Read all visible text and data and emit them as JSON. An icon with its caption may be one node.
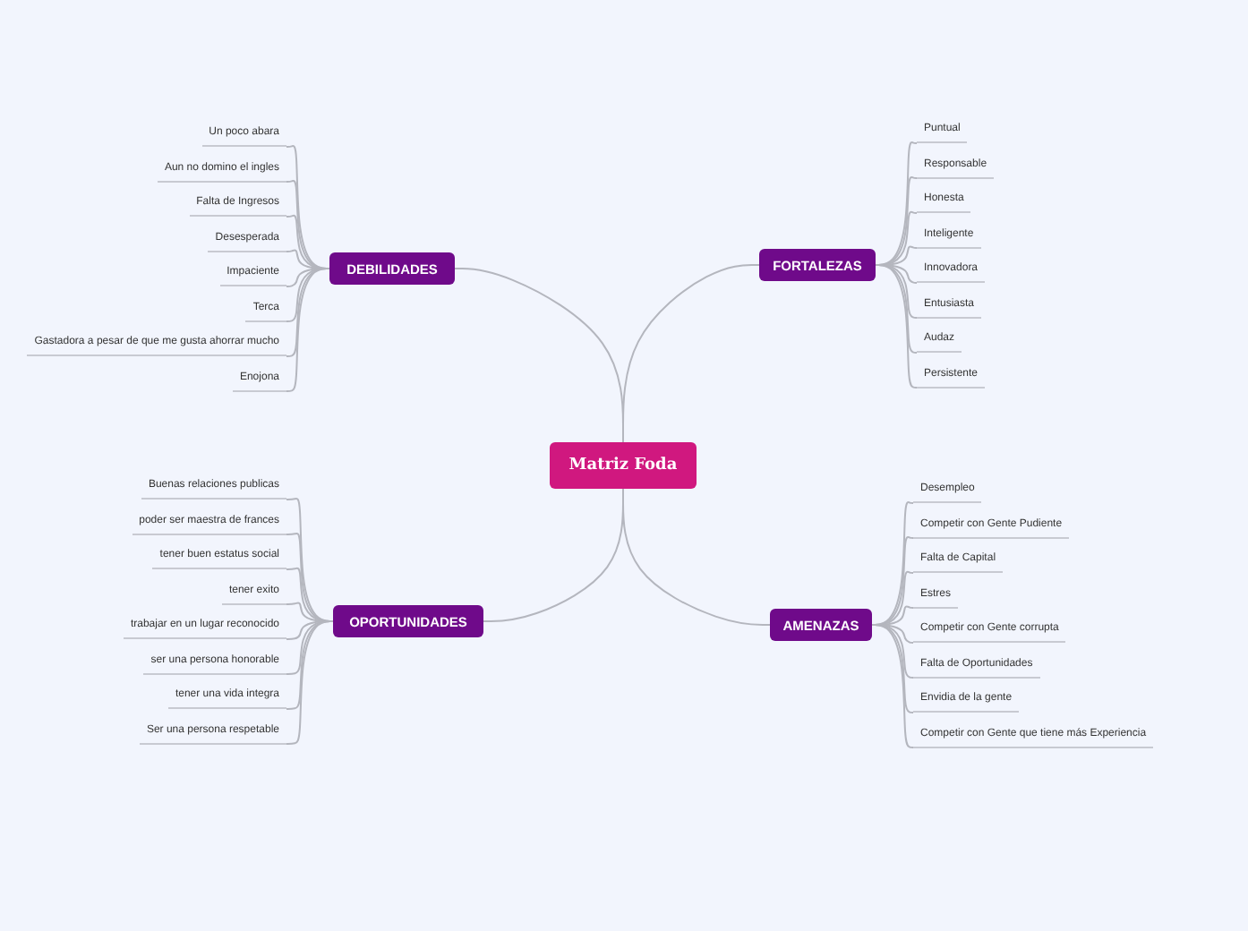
{
  "diagram": {
    "nodes": [
      {
        "text": [
          "Matriz Foda"
        ]
      },
      {
        "text": [
          "DEBILIDADES"
        ]
      },
      {
        "text": [
          "FORTALEZAS"
        ]
      },
      {
        "text": [
          "OPORTUNIDADES"
        ]
      },
      {
        "text": [
          "AMENAZAS"
        ]
      },
      {
        "text": [
          "Un poco abara"
        ]
      },
      {
        "text": [
          "Aun no domino el ingles"
        ]
      },
      {
        "text": [
          "Falta de Ingresos"
        ]
      },
      {
        "text": [
          "Desesperada"
        ]
      },
      {
        "text": [
          "Impaciente"
        ]
      },
      {
        "text": [
          "Terca"
        ]
      },
      {
        "text": [
          "Gastadora a pesar de que me gusta ahorrar mucho"
        ]
      },
      {
        "text": [
          "Enojona"
        ]
      },
      {
        "text": [
          "Puntual"
        ]
      },
      {
        "text": [
          "Responsable"
        ]
      },
      {
        "text": [
          "Honesta"
        ]
      },
      {
        "text": [
          "Inteligente"
        ]
      },
      {
        "text": [
          "Innovadora"
        ]
      },
      {
        "text": [
          "Entusiasta"
        ]
      },
      {
        "text": [
          "Audaz"
        ]
      },
      {
        "text": [
          "Persistente"
        ]
      },
      {
        "text": [
          "Buenas relaciones publicas"
        ]
      },
      {
        "text": [
          "poder ser maestra de frances"
        ]
      },
      {
        "text": [
          "tener buen estatus social"
        ]
      },
      {
        "text": [
          "tener exito"
        ]
      },
      {
        "text": [
          "trabajar en un lugar reconocido"
        ]
      },
      {
        "text": [
          "ser una persona honorable"
        ]
      },
      {
        "text": [
          "tener una vida integra"
        ]
      },
      {
        "text": [
          "Ser una persona respetable"
        ]
      },
      {
        "text": [
          "Desempleo"
        ]
      },
      {
        "text": [
          "Competir con Gente Pudiente"
        ]
      },
      {
        "text": [
          "Falta de Capital"
        ]
      },
      {
        "text": [
          "Estres"
        ]
      },
      {
        "text": [
          "Competir con Gente corrupta"
        ]
      },
      {
        "text": [
          "Falta de Oportunidades"
        ]
      },
      {
        "text": [
          "Envidia de la gente"
        ]
      },
      {
        "text": [
          "Competir con Gente que tiene más Experiencia"
        ]
      }
    ],
    "edges": [
      {
        "from": 0,
        "to": 1,
        "arrow": "none"
      },
      {
        "from": 0,
        "to": 2,
        "arrow": "none"
      },
      {
        "from": 0,
        "to": 3,
        "arrow": "none"
      },
      {
        "from": 0,
        "to": 4,
        "arrow": "none"
      },
      {
        "from": 1,
        "to": 5,
        "arrow": "none"
      },
      {
        "from": 1,
        "to": 6,
        "arrow": "none"
      },
      {
        "from": 1,
        "to": 7,
        "arrow": "none"
      },
      {
        "from": 1,
        "to": 8,
        "arrow": "none"
      },
      {
        "from": 1,
        "to": 9,
        "arrow": "none"
      },
      {
        "from": 1,
        "to": 10,
        "arrow": "none"
      },
      {
        "from": 1,
        "to": 11,
        "arrow": "none"
      },
      {
        "from": 1,
        "to": 12,
        "arrow": "none"
      },
      {
        "from": 2,
        "to": 13,
        "arrow": "none"
      },
      {
        "from": 2,
        "to": 14,
        "arrow": "none"
      },
      {
        "from": 2,
        "to": 15,
        "arrow": "none"
      },
      {
        "from": 2,
        "to": 16,
        "arrow": "none"
      },
      {
        "from": 2,
        "to": 17,
        "arrow": "none"
      },
      {
        "from": 2,
        "to": 18,
        "arrow": "none"
      },
      {
        "from": 2,
        "to": 19,
        "arrow": "none"
      },
      {
        "from": 2,
        "to": 20,
        "arrow": "none"
      },
      {
        "from": 3,
        "to": 21,
        "arrow": "none"
      },
      {
        "from": 3,
        "to": 22,
        "arrow": "none"
      },
      {
        "from": 3,
        "to": 23,
        "arrow": "none"
      },
      {
        "from": 3,
        "to": 24,
        "arrow": "none"
      },
      {
        "from": 3,
        "to": 25,
        "arrow": "none"
      },
      {
        "from": 3,
        "to": 26,
        "arrow": "none"
      },
      {
        "from": 3,
        "to": 27,
        "arrow": "none"
      },
      {
        "from": 3,
        "to": 28,
        "arrow": "none"
      },
      {
        "from": 4,
        "to": 29,
        "arrow": "none"
      },
      {
        "from": 4,
        "to": 30,
        "arrow": "none"
      },
      {
        "from": 4,
        "to": 31,
        "arrow": "none"
      },
      {
        "from": 4,
        "to": 32,
        "arrow": "none"
      },
      {
        "from": 4,
        "to": 33,
        "arrow": "none"
      },
      {
        "from": 4,
        "to": 34,
        "arrow": "none"
      },
      {
        "from": 4,
        "to": 35,
        "arrow": "none"
      },
      {
        "from": 4,
        "to": 36,
        "arrow": "none"
      }
    ]
  }
}
